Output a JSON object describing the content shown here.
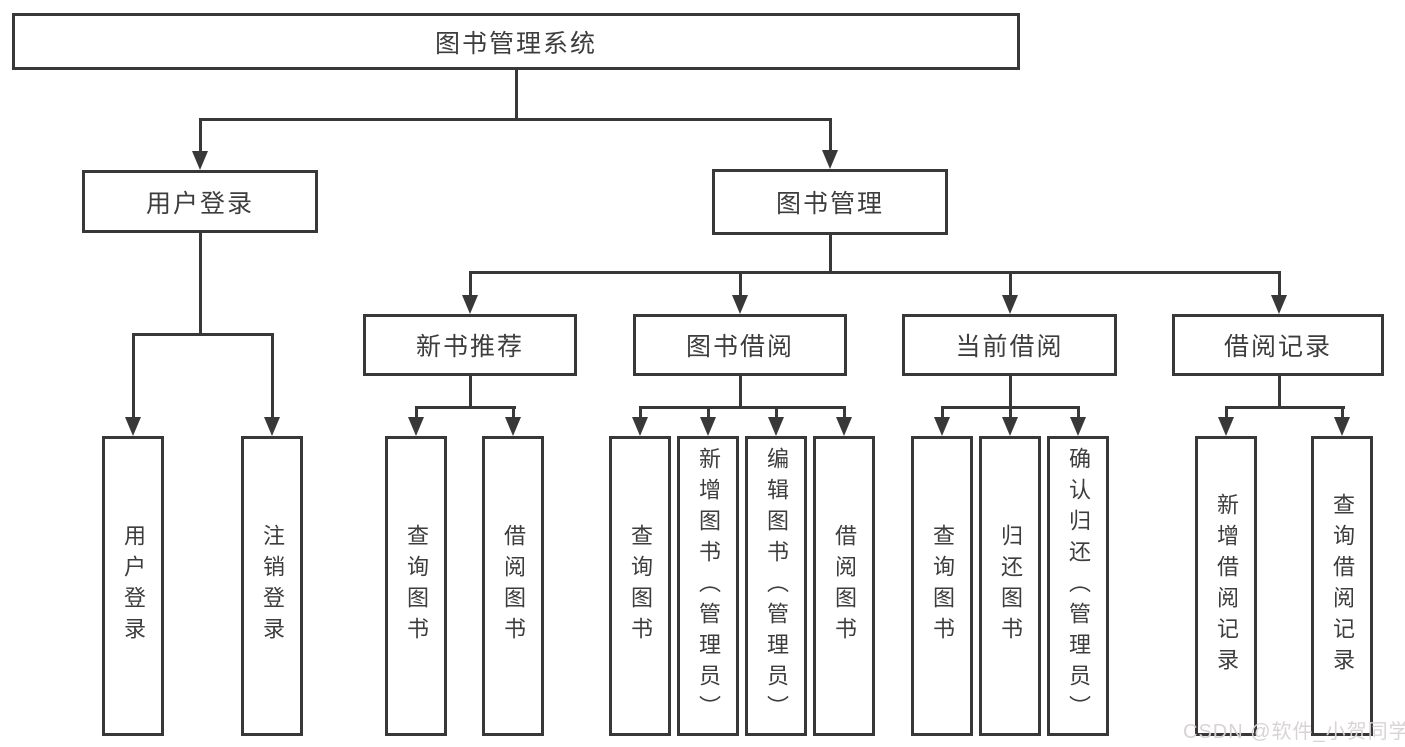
{
  "root": {
    "label": "图书管理系统"
  },
  "level2": {
    "user_login": "用户登录",
    "book_management": "图书管理"
  },
  "level3": {
    "new_book_recommend": "新书推荐",
    "book_borrow": "图书借阅",
    "current_borrow": "当前借阅",
    "borrow_records": "借阅记录"
  },
  "leaves": {
    "user_login": [
      "用户登录",
      "注销登录"
    ],
    "new_book_recommend": [
      "查询图书",
      "借阅图书"
    ],
    "book_borrow": [
      "查询图书",
      "新增图书（管理员）",
      "编辑图书（管理员）",
      "借阅图书"
    ],
    "current_borrow": [
      "查询图书",
      "归还图书",
      "确认归还（管理员）"
    ],
    "borrow_records": [
      "新增借阅记录",
      "查询借阅记录"
    ]
  },
  "watermark": "CSDN @软件_小贺同学",
  "colors": {
    "line": "#383838",
    "text": "#3d3d3d",
    "background": "#ffffff",
    "watermark": "#d9d3d6"
  }
}
